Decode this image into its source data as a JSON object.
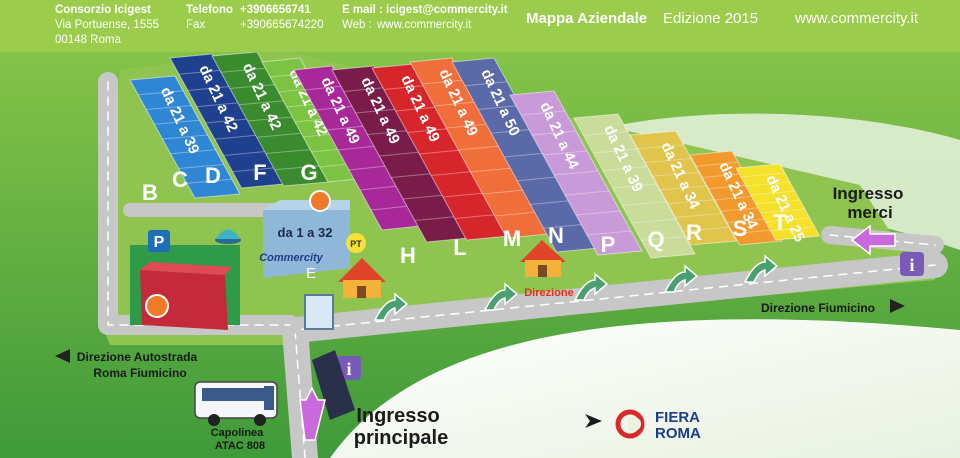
{
  "header": {
    "org_name": "Consorzio Icigest",
    "address_line1": "Via Portuense, 1555",
    "address_line2": "00148 Roma",
    "phone_label": "Telefono",
    "phone_number": "+3906656741",
    "fax_label": "Fax",
    "fax_number": "+390665674220",
    "email_label": "E mail :",
    "email_value": "icigest@commercity.it",
    "web_label": "Web :",
    "web_value": "www.commercity.it",
    "map_title": "Mappa Aziendale",
    "edition": "Edizione 2015",
    "site_url": "www.commercity.it"
  },
  "blocks": [
    {
      "letter": "B",
      "range": "da 21 a 39",
      "color": "#2f86d4"
    },
    {
      "letter": "C",
      "range": "da 21 a 42",
      "color": "#1f3f8f"
    },
    {
      "letter": "D",
      "range": "da 21 a 42",
      "color": "#3a8a2e"
    },
    {
      "letter": "F",
      "range": "da 21 a 42",
      "color": "#7cc243"
    },
    {
      "letter": "G",
      "range": "da 21 a 49",
      "color": "#a8289a"
    },
    {
      "letter": "H",
      "range": "da 21 a 49",
      "color": "#7a1c4a"
    },
    {
      "letter": "L",
      "range": "da 21 a 49",
      "color": "#d6262b"
    },
    {
      "letter": "M",
      "range": "da 21 a 49",
      "color": "#ef6e3a"
    },
    {
      "letter": "N",
      "range": "da 21 a 50",
      "color": "#5a6aa8"
    },
    {
      "letter": "P",
      "range": "da 21 a 44",
      "color": "#c89ad8"
    },
    {
      "letter": "Q",
      "range": "da 21 a 39",
      "color": "#c9dc9a"
    },
    {
      "letter": "R",
      "range": "da 21 a 34",
      "color": "#e0c44c"
    },
    {
      "letter": "S",
      "range": "da 21 a 34",
      "color": "#f29a2e"
    },
    {
      "letter": "T",
      "range": "da 21 a 25",
      "color": "#f5e02a"
    }
  ],
  "building_e": {
    "letter": "E",
    "range": "da 1 a 32",
    "brand": "Commercity"
  },
  "labels": {
    "pt": "PT",
    "direzione": "Direzione",
    "ingresso_merci_1": "Ingresso",
    "ingresso_merci_2": "merci",
    "direzione_fiumicino": "Direzione Fiumicino",
    "dir_autostrada_1": "Direzione Autostrada",
    "dir_autostrada_2": "Roma Fiumicino",
    "ingresso_principale_1": "Ingresso",
    "ingresso_principale_2": "principale",
    "capolinea_1": "Capolinea",
    "capolinea_2": "ATAC 808",
    "fiera_1": "FIERA",
    "fiera_2": "ROMA",
    "parking": "P",
    "info": "i"
  },
  "colors": {
    "header_green": "#9ccc4b",
    "grass": "#7fc242",
    "road": "#c7c7c7",
    "info_purple": "#7a5ab8",
    "parking_blue": "#1f6fb8",
    "fiera_red": "#d82a2a",
    "fiera_blue": "#1e3c8c"
  }
}
